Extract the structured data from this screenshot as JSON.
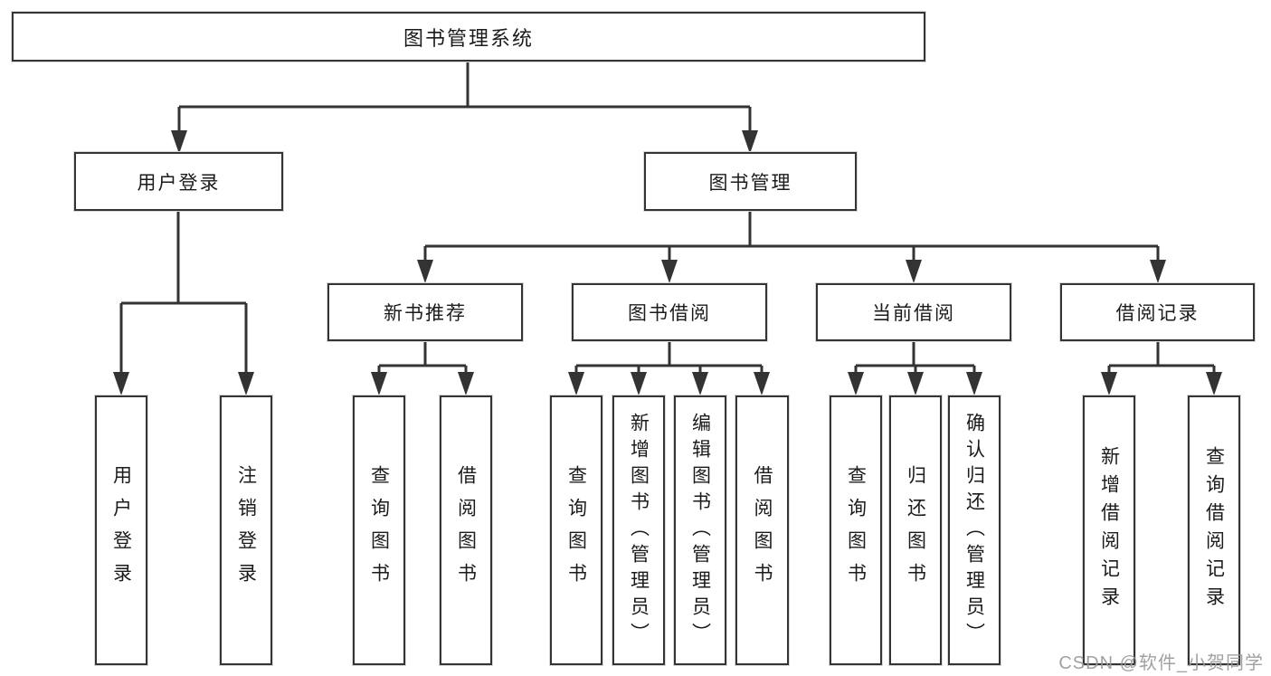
{
  "tree": {
    "root": {
      "label": "图书管理系统"
    },
    "children": [
      {
        "label": "用户登录",
        "children": [
          {
            "label": "用户登录"
          },
          {
            "label": "注销登录"
          }
        ]
      },
      {
        "label": "图书管理",
        "children": [
          {
            "label": "新书推荐",
            "children": [
              {
                "label": "查询图书"
              },
              {
                "label": "借阅图书"
              }
            ]
          },
          {
            "label": "图书借阅",
            "children": [
              {
                "label": "查询图书"
              },
              {
                "label": "新增图书（管理员）"
              },
              {
                "label": "编辑图书（管理员）"
              },
              {
                "label": "借阅图书"
              }
            ]
          },
          {
            "label": "当前借阅",
            "children": [
              {
                "label": "查询图书"
              },
              {
                "label": "归还图书"
              },
              {
                "label": "确认归还（管理员）"
              }
            ]
          },
          {
            "label": "借阅记录",
            "children": [
              {
                "label": "新增借阅记录"
              },
              {
                "label": "查询借阅记录"
              }
            ]
          }
        ]
      }
    ]
  },
  "watermark": {
    "text": "CSDN @软件_小贺同学"
  },
  "colors": {
    "line": "#333333",
    "border": "#343434",
    "text": "#1b1b1b",
    "watermark": "#999999"
  }
}
